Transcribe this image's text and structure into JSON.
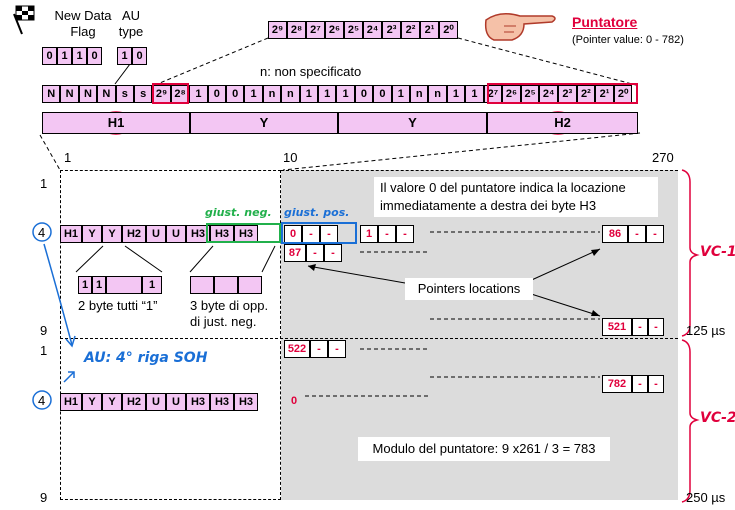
{
  "top": {
    "new_data_flag_label_1": "New Data",
    "new_data_flag_label_2": "Flag",
    "au_type_label_1": "AU",
    "au_type_label_2": "type",
    "flag_bits": [
      "0",
      "1",
      "1",
      "0"
    ],
    "au_bits": [
      "1",
      "0"
    ],
    "pointer_bits": [
      "2⁹",
      "2⁸",
      "2⁷",
      "2⁶",
      "2⁵",
      "2⁴",
      "2³",
      "2²",
      "2¹",
      "2⁰"
    ],
    "pointer_title": "Puntatore",
    "pointer_value": "(Pointer value: 0 - 782)",
    "non_specified": "n: non specificato",
    "h_row": [
      "N",
      "N",
      "N",
      "N",
      "s",
      "s",
      "2⁹",
      "2⁸",
      "1",
      "0",
      "0",
      "1",
      "n",
      "n",
      "1",
      "1",
      "1",
      "0",
      "0",
      "1",
      "n",
      "n",
      "1",
      "1",
      "2⁷",
      "2⁶",
      "2⁵",
      "2⁴",
      "2³",
      "2²",
      "2¹",
      "2⁰"
    ],
    "byte_labels": [
      "H1",
      "Y",
      "Y",
      "H2"
    ]
  },
  "grid": {
    "col_1": "1",
    "col_10": "10",
    "col_270": "270",
    "row_1_top": "1",
    "row_4_top": "4",
    "row_9_top": "9",
    "row_1_bottom": "1",
    "row_4_bottom": "4",
    "row_9_bottom": "9",
    "time_125": "125 µs",
    "time_250": "250 µs",
    "note_pointer_zero_1": "Il valore 0 del puntatore indica la locazione",
    "note_pointer_zero_2": "immediatamente a destra dei byte H3",
    "pointers_locations": "Pointers locations",
    "modulo_note": "Modulo del puntatore: 9 x261 / 3 = 783",
    "overhead_row": [
      "H1",
      "Y",
      "Y",
      "H2",
      "U",
      "U",
      "H3",
      "H3",
      "H3"
    ],
    "pos_0": "0",
    "pos_1": "1",
    "pos_86": "86",
    "pos_87": "87",
    "pos_521": "521",
    "pos_522": "522",
    "pos_782": "782",
    "dash": "-",
    "two_bytes_label": "2 byte tutti “1”",
    "three_bytes_label_1": "3 byte di opp.",
    "three_bytes_label_2": "di just. neg.",
    "ones": [
      "1",
      "1",
      "1"
    ]
  },
  "handwriting": {
    "vc1": "VC-1",
    "vc2": "VC-2",
    "au_note": "AU: 4° riga SOH",
    "giust_neg": "giust. neg.",
    "giust_pos": "giust. pos."
  },
  "colors": {
    "pink": "#f3c6f3",
    "red": "#e0003c",
    "blue": "#1a6fd6",
    "green": "#21b04b",
    "grey": "#dcdcdc"
  }
}
